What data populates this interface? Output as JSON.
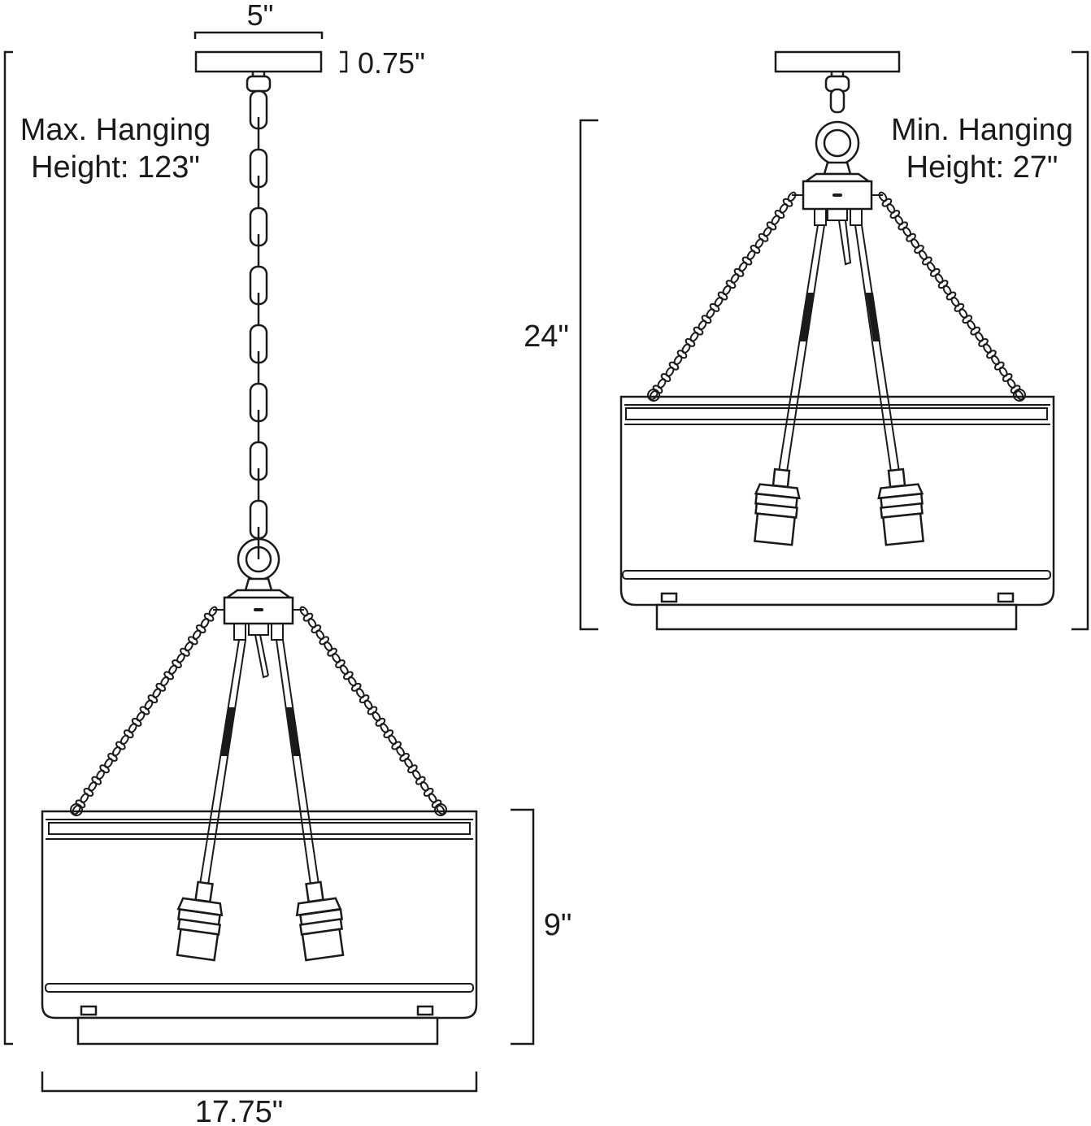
{
  "left_view": {
    "canopy_width_label": "5\"",
    "canopy_height_label": "0.75\"",
    "max_height_line1": "Max. Hanging",
    "max_height_line2": "Height: 123\"",
    "shade_height_label": "9\"",
    "width_label": "17.75\""
  },
  "right_view": {
    "min_height_line1": "Min. Hanging",
    "min_height_line2": "Height: 27\"",
    "body_height_label": "24\""
  },
  "colors": {
    "ink": "#1a1a1a",
    "background": "#ffffff"
  }
}
